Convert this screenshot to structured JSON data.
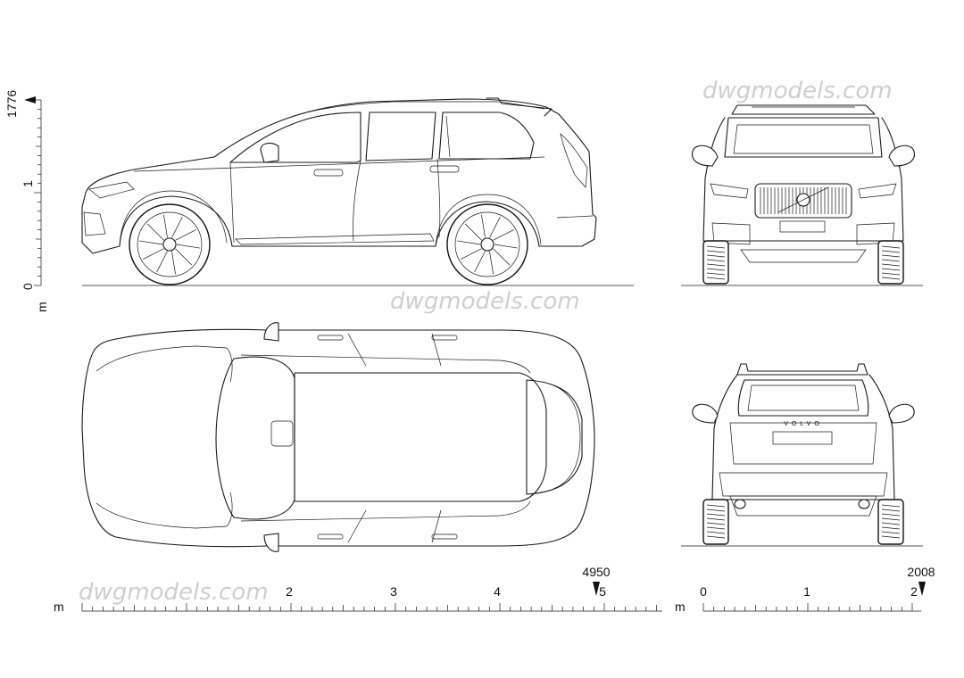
{
  "watermarks": {
    "top_right": "dwgmodels.com",
    "center": "dwgmodels.com",
    "bottom_left": "dwgmodels.com"
  },
  "vertical_scale": {
    "unit": "m",
    "max_value": "1776",
    "ticks": [
      "0",
      "1"
    ]
  },
  "length_scale": {
    "unit": "m",
    "marker_value": "4950",
    "ticks": [
      "2",
      "3",
      "4",
      "5"
    ]
  },
  "width_scale": {
    "unit": "m",
    "marker_value": "2008",
    "ticks": [
      "0",
      "1",
      "2"
    ]
  },
  "rear_badge": "VOLVO"
}
